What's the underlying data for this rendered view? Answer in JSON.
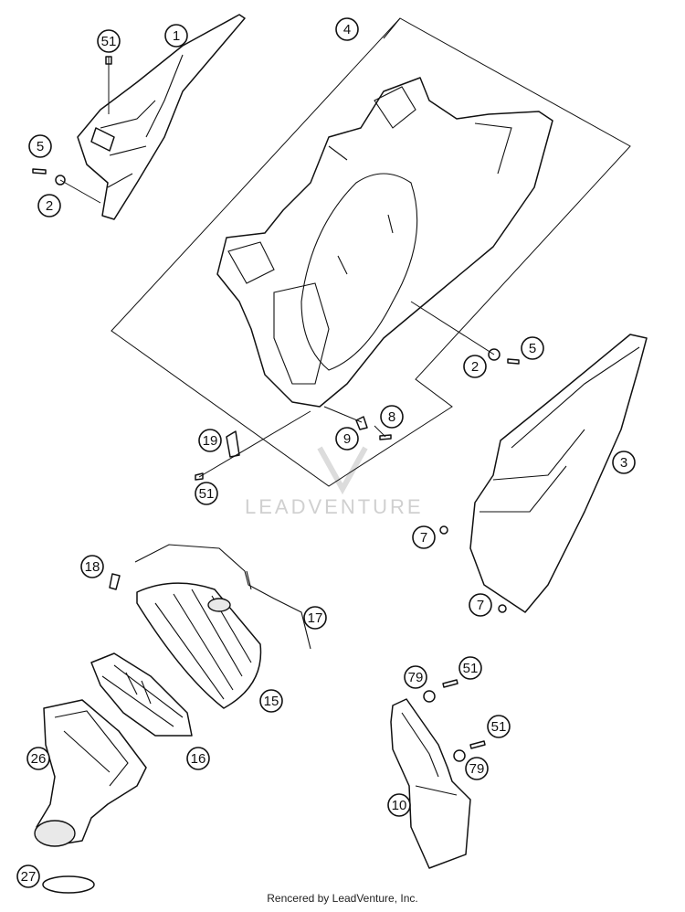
{
  "callouts": [
    {
      "id": "c-51a",
      "label": "51"
    },
    {
      "id": "c-1",
      "label": "1"
    },
    {
      "id": "c-5a",
      "label": "5"
    },
    {
      "id": "c-2a",
      "label": "2"
    },
    {
      "id": "c-4",
      "label": "4"
    },
    {
      "id": "c-5b",
      "label": "5"
    },
    {
      "id": "c-2b",
      "label": "2"
    },
    {
      "id": "c-3",
      "label": "3"
    },
    {
      "id": "c-8",
      "label": "8"
    },
    {
      "id": "c-9",
      "label": "9"
    },
    {
      "id": "c-19",
      "label": "19"
    },
    {
      "id": "c-51b",
      "label": "51"
    },
    {
      "id": "c-7a",
      "label": "7"
    },
    {
      "id": "c-7b",
      "label": "7"
    },
    {
      "id": "c-18",
      "label": "18"
    },
    {
      "id": "c-17",
      "label": "17"
    },
    {
      "id": "c-15",
      "label": "15"
    },
    {
      "id": "c-16",
      "label": "16"
    },
    {
      "id": "c-26",
      "label": "26"
    },
    {
      "id": "c-27",
      "label": "27"
    },
    {
      "id": "c-79a",
      "label": "79"
    },
    {
      "id": "c-51c",
      "label": "51"
    },
    {
      "id": "c-51d",
      "label": "51"
    },
    {
      "id": "c-79b",
      "label": "79"
    },
    {
      "id": "c-10",
      "label": "10"
    }
  ],
  "watermark": "LEADVENTURE",
  "credit": "Rencered by LeadVenture, Inc."
}
